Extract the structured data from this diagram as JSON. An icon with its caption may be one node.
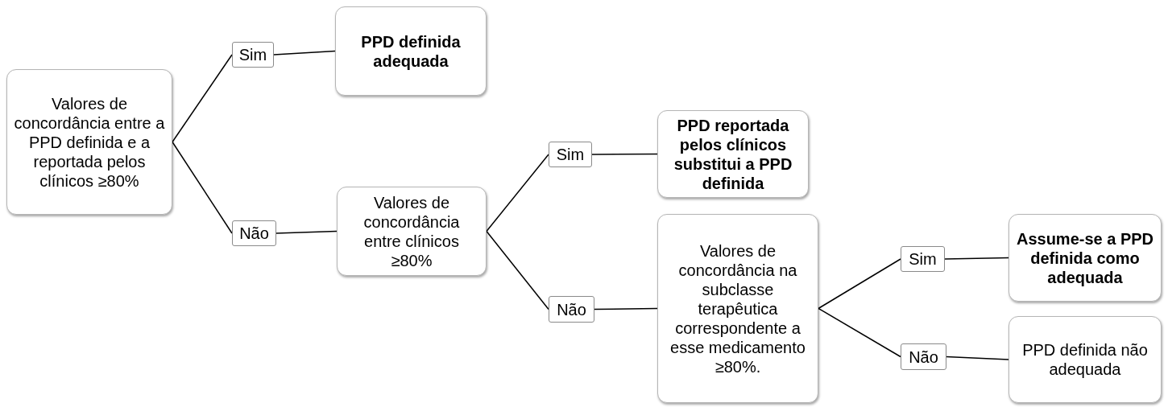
{
  "diagram": {
    "nodes": [
      {
        "text": [
          "Valores de concordância entre a PPD definida e a reportada pelos clínicos ≥80%"
        ]
      },
      {
        "text": [
          "Sim"
        ]
      },
      {
        "text": [
          "PPD definida adequada"
        ]
      },
      {
        "text": [
          "Não"
        ]
      },
      {
        "text": [
          "Valores de concordância entre clínicos ≥80%"
        ]
      },
      {
        "text": [
          "Sim"
        ]
      },
      {
        "text": [
          "PPD reportada pelos clínicos substitui a PPD definida"
        ]
      },
      {
        "text": [
          "Não"
        ]
      },
      {
        "text": [
          "Valores de concordância na subclasse terapêutica correspondente a esse medicamento ≥80%."
        ]
      },
      {
        "text": [
          "Sim"
        ]
      },
      {
        "text": [
          "Assume-se a PPD definida como adequada"
        ]
      },
      {
        "text": [
          "Não"
        ]
      },
      {
        "text": [
          "PPD definida não adequada"
        ]
      }
    ],
    "edges": [
      {
        "from": 0,
        "to": 1,
        "arrow": "none"
      },
      {
        "from": 1,
        "to": 2,
        "arrow": "none"
      },
      {
        "from": 0,
        "to": 3,
        "arrow": "none"
      },
      {
        "from": 3,
        "to": 4,
        "arrow": "none"
      },
      {
        "from": 4,
        "to": 5,
        "arrow": "none"
      },
      {
        "from": 5,
        "to": 6,
        "arrow": "none"
      },
      {
        "from": 4,
        "to": 7,
        "arrow": "none"
      },
      {
        "from": 7,
        "to": 8,
        "arrow": "none"
      },
      {
        "from": 8,
        "to": 9,
        "arrow": "none"
      },
      {
        "from": 9,
        "to": 10,
        "arrow": "none"
      },
      {
        "from": 8,
        "to": 11,
        "arrow": "none"
      },
      {
        "from": 11,
        "to": 12,
        "arrow": "none"
      }
    ]
  }
}
